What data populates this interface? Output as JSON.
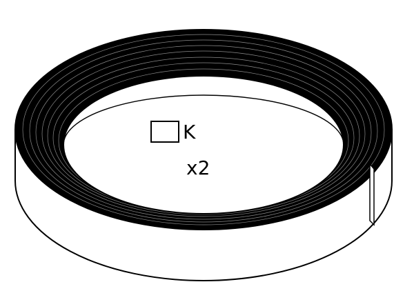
{
  "label": {
    "part_letter": "K",
    "quantity": "x2"
  },
  "colors": {
    "outline": "#000000",
    "coil_fill": "#000000",
    "background": "#ffffff"
  },
  "icons": {
    "box": "checkbox-square"
  }
}
